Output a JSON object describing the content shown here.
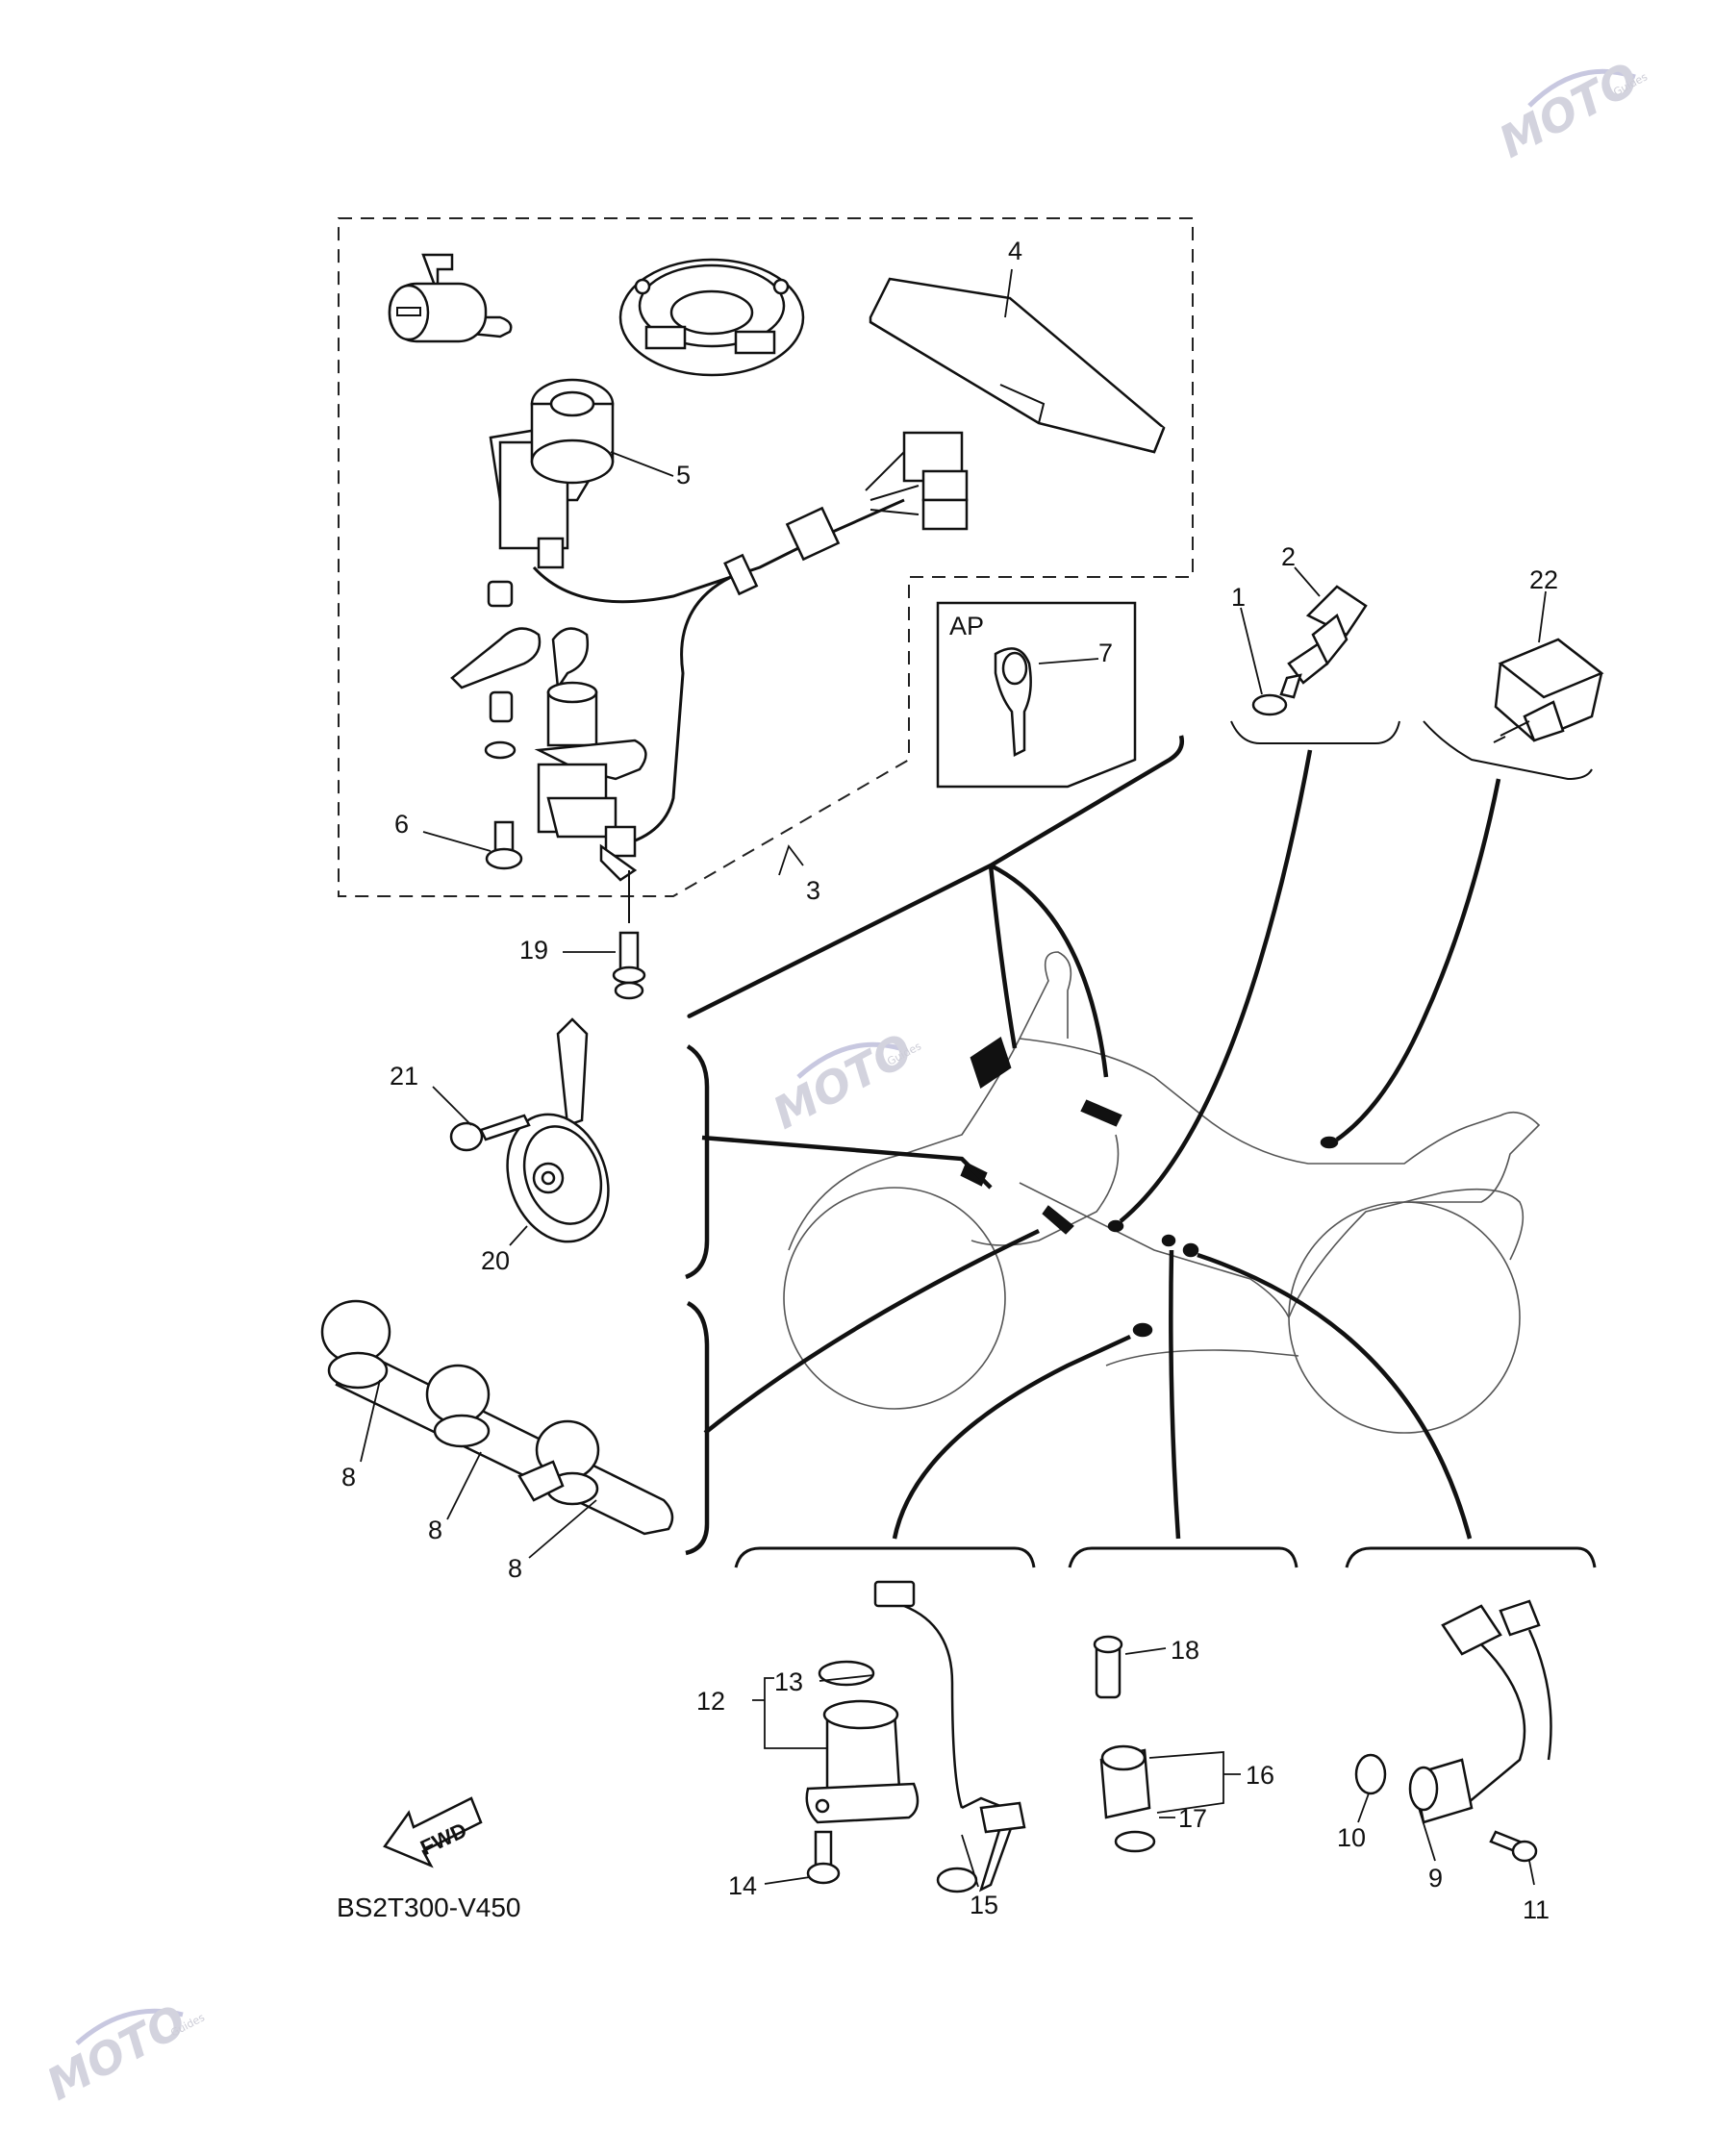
{
  "diagram": {
    "code": "BS2T300-V450",
    "kit_label": "AP",
    "fwd_label": "FWD",
    "watermark": {
      "word": "MOTO",
      "sub": "Guides"
    },
    "callouts": {
      "p1": "1",
      "p2": "2",
      "p3": "3",
      "p4": "4",
      "p5": "5",
      "p6": "6",
      "p7": "7",
      "p8a": "8",
      "p8b": "8",
      "p8c": "8",
      "p9": "9",
      "p10": "10",
      "p11": "11",
      "p12": "12",
      "p13": "13",
      "p14": "14",
      "p15": "15",
      "p16": "16",
      "p17": "17",
      "p18": "18",
      "p19": "19",
      "p20": "20",
      "p21": "21",
      "p22": "22"
    }
  },
  "colors": {
    "ink": "#111111",
    "watermark": "#d3d3de",
    "background": "#ffffff"
  }
}
